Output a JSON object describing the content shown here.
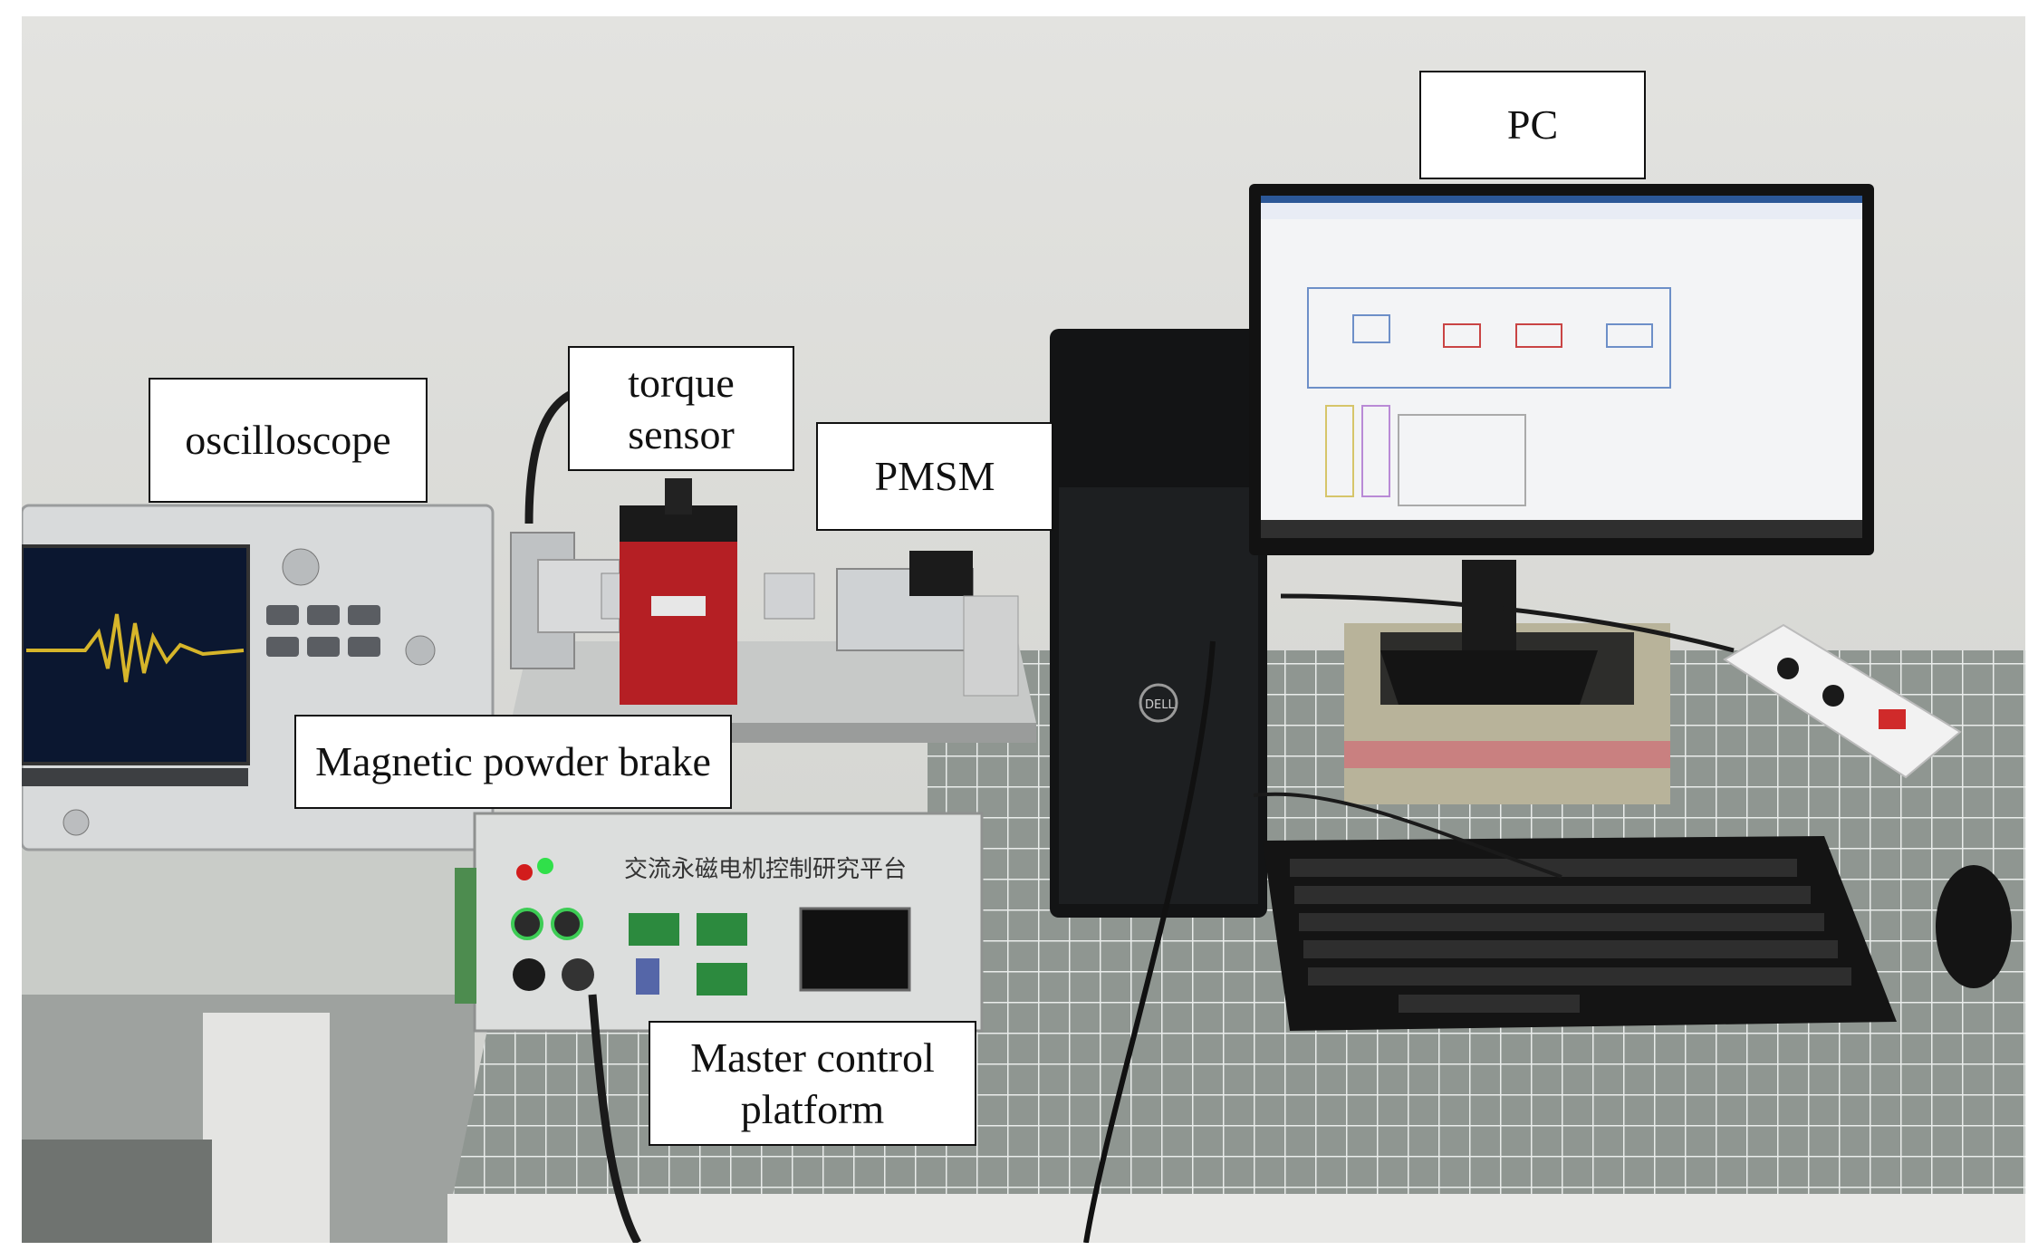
{
  "labels": {
    "pc": "PC",
    "oscilloscope": "oscilloscope",
    "torque_sensor": "torque\nsensor",
    "pmsm": "PMSM",
    "brake": "Magnetic powder brake",
    "master": "Master control\nplatform"
  },
  "device_text": {
    "panel_title": "交流永磁电机控制研究平台",
    "pc_brand": "DELL"
  },
  "colors": {
    "wall": "#dcdcd8",
    "mat": "#8e9590",
    "sensor_red": "#b51f24",
    "scope_screen": "#0b1730",
    "waveform": "#d6b52a"
  }
}
